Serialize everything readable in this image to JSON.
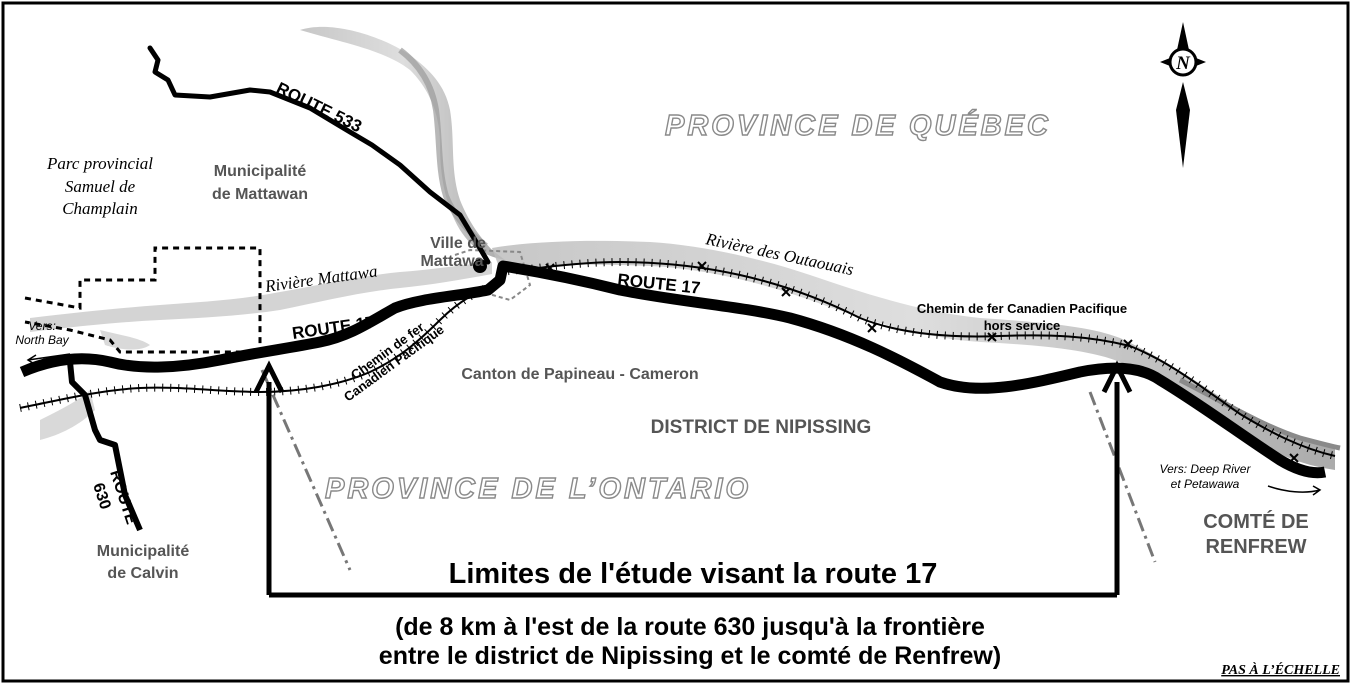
{
  "labels": {
    "province_quebec": "PROVINCE DE QUÉBEC",
    "province_ontario": "PROVINCE DE L’ONTARIO",
    "route_533": "ROUTE 533",
    "route_17_west": "ROUTE 17",
    "route_17_east": "ROUTE 17",
    "route_630_top": "ROUTE",
    "route_630_num": "630",
    "parc_line1": "Parc provincial",
    "parc_line2": "Samuel de",
    "parc_line3": "Champlain",
    "mattawan_line1": "Municipalité",
    "mattawan_line2": "de Mattawan",
    "ville_line1": "Ville de",
    "ville_line2": "Mattawa",
    "riviere_mattawa": "Rivière Mattawa",
    "riviere_outaouais": "Rivière des Outaouais",
    "cp_rail_west_line1": "Chemin de fer",
    "cp_rail_west_line2": "Canadien Pacifique",
    "cp_rail_east_line1": "Chemin de fer Canadien Pacifique",
    "cp_rail_east_line2": "hors service",
    "canton": "Canton de Papineau - Cameron",
    "district": "DISTRICT DE NIPISSING",
    "north_bay_line1": "Vers:",
    "north_bay_line2": "North Bay",
    "deep_river_line1": "Vers: Deep River",
    "deep_river_line2": "et Petawawa",
    "calvin_line1": "Municipalité",
    "calvin_line2": "de Calvin",
    "renfrew_line1": "COMTÉ DE",
    "renfrew_line2": "RENFREW",
    "study_title": "Limites de l'étude visant la route 17",
    "study_sub_line1": "(de 8 km à l'est de la route 630 jusqu'à la frontière",
    "study_sub_line2": "entre le district de Nipissing et le comté de Renfrew)",
    "scale_note": "PAS À L’ÉCHELLE",
    "compass_letter": "N"
  },
  "colors": {
    "road": "#000000",
    "river": "#c4c4c4",
    "river_dark": "#8a8a8a",
    "grey_text": "#555555",
    "outline_text": "#9a9a9a"
  },
  "icons": {
    "compass": "compass-rose-icon",
    "town": "town-dot-icon"
  }
}
